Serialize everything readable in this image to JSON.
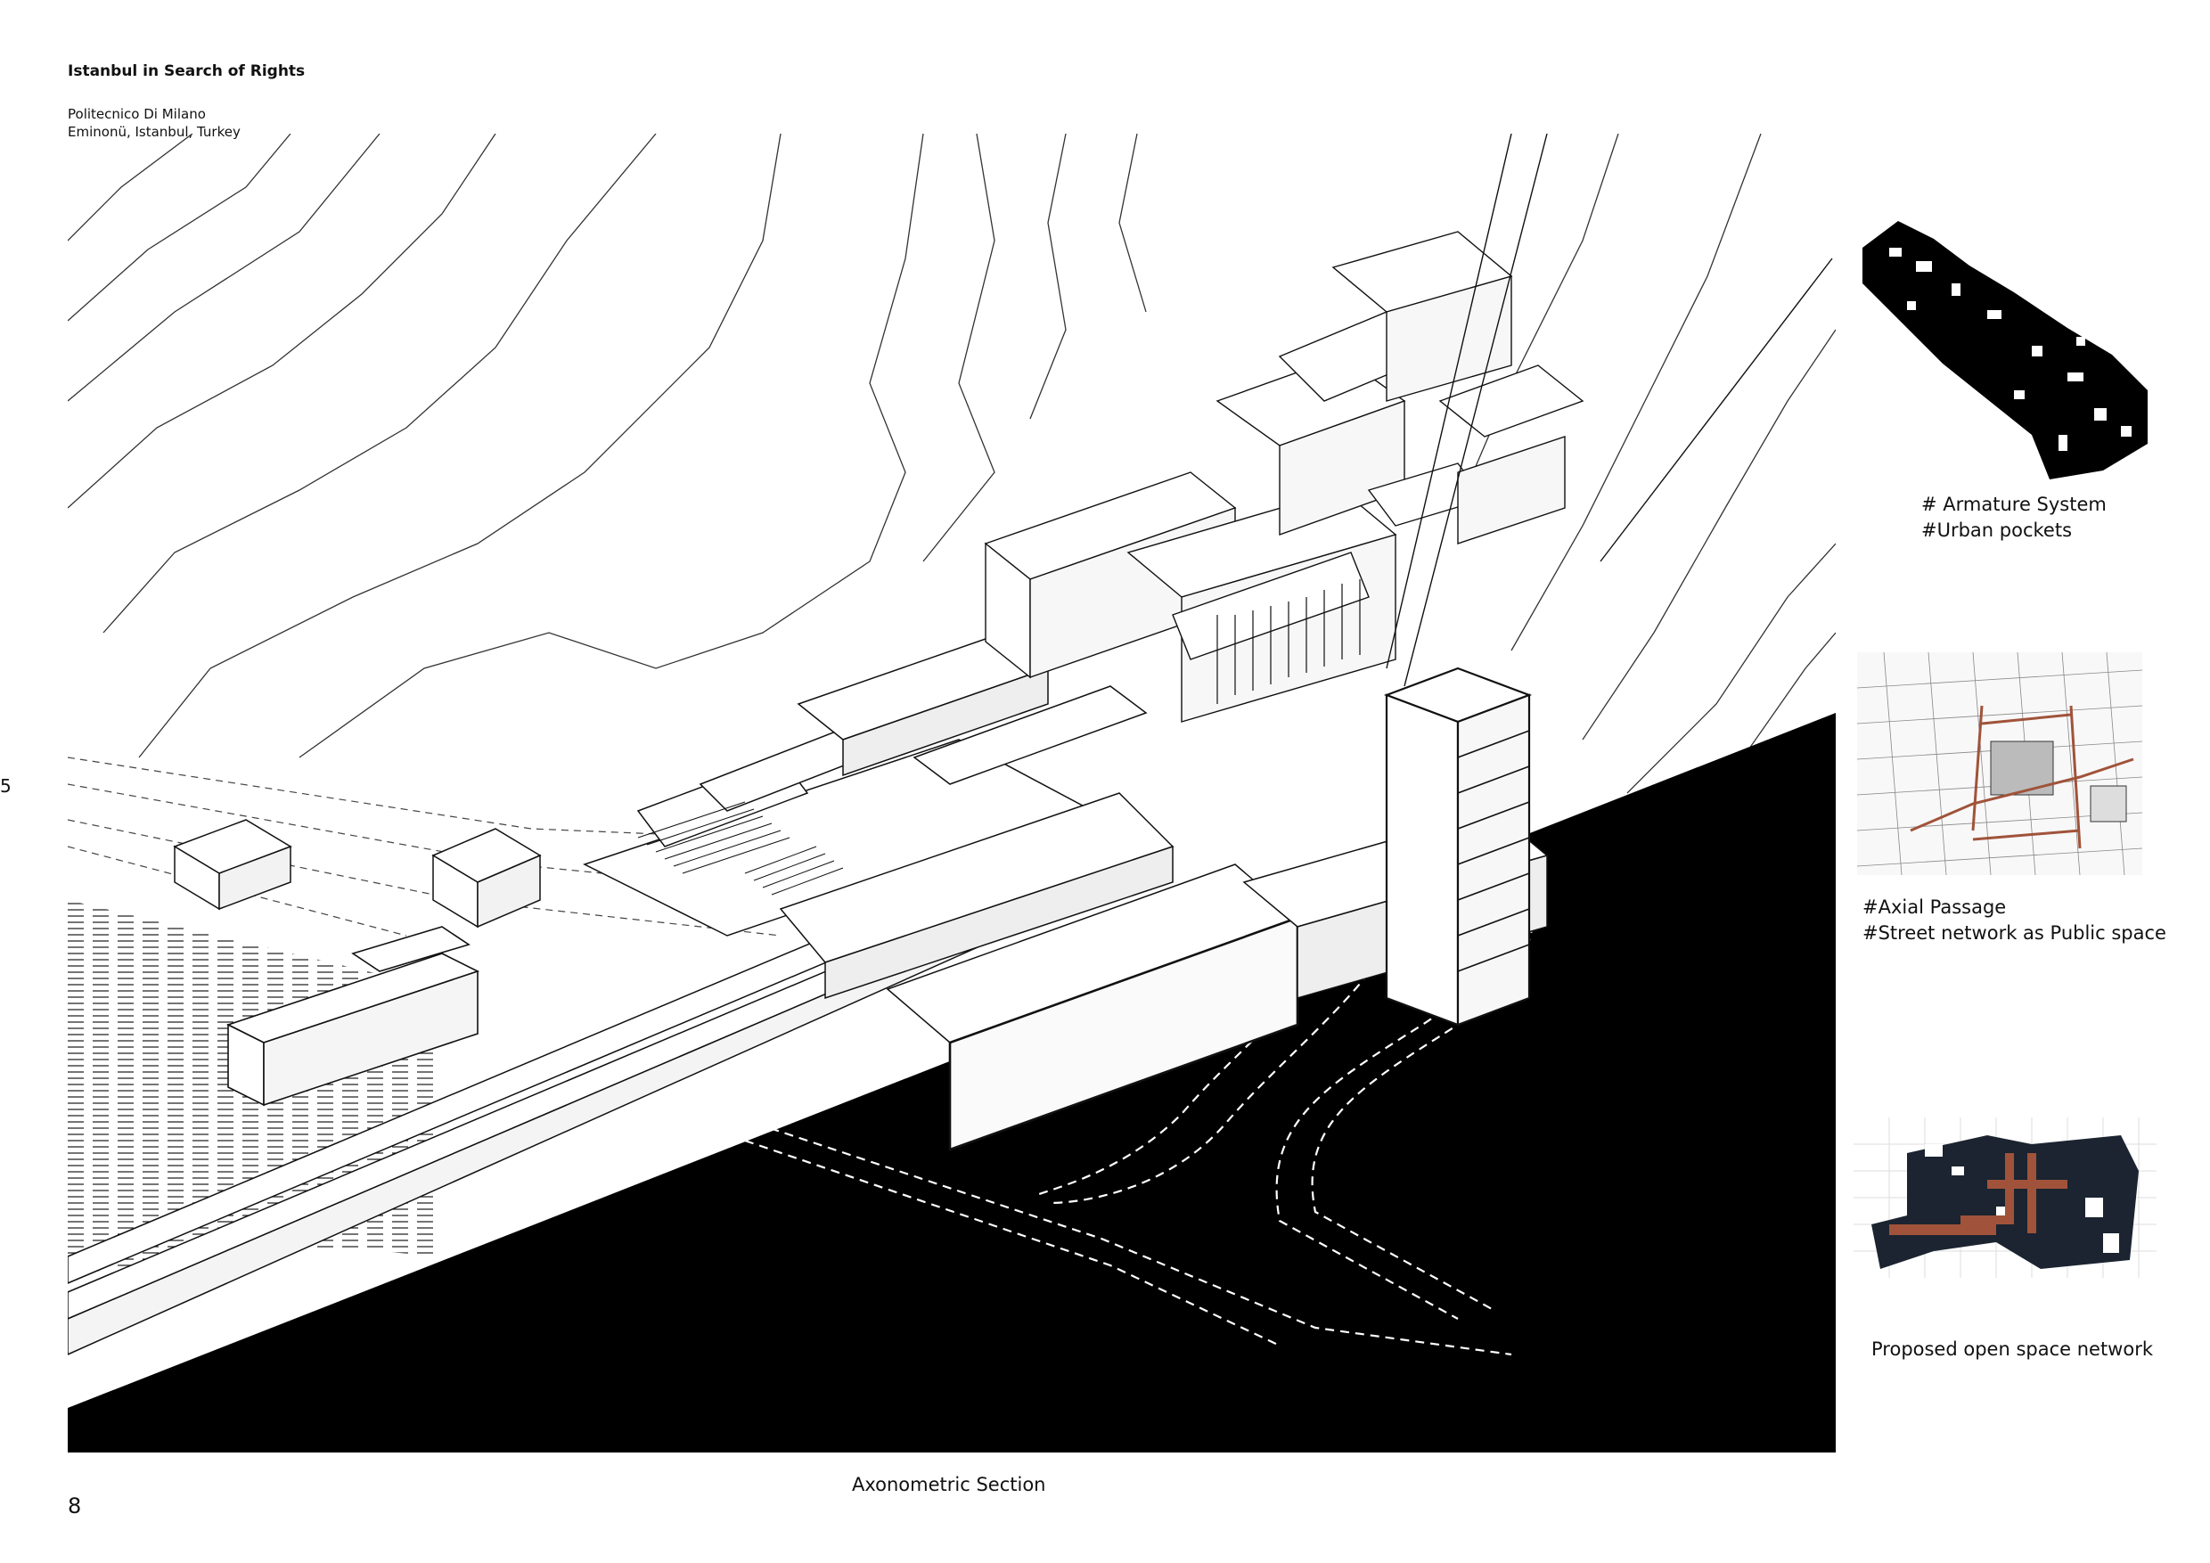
{
  "header": {
    "title": "Istanbul in Search of Rights",
    "institution": "Politecnico Di Milano",
    "location": "Eminonü, Istanbul, Turkey"
  },
  "side_number": "5",
  "page_number": "8",
  "main_caption": "Axonometric Section",
  "panels": [
    {
      "line1": "# Armature System",
      "line2": "#Urban pockets"
    },
    {
      "line1": "#Axial Passage",
      "line2": "#Street network as Public space"
    },
    {
      "line1": "Proposed open space network"
    }
  ],
  "colors": {
    "ink": "#000000",
    "accent": "#a0533a",
    "dark_fill": "#1b2430"
  }
}
